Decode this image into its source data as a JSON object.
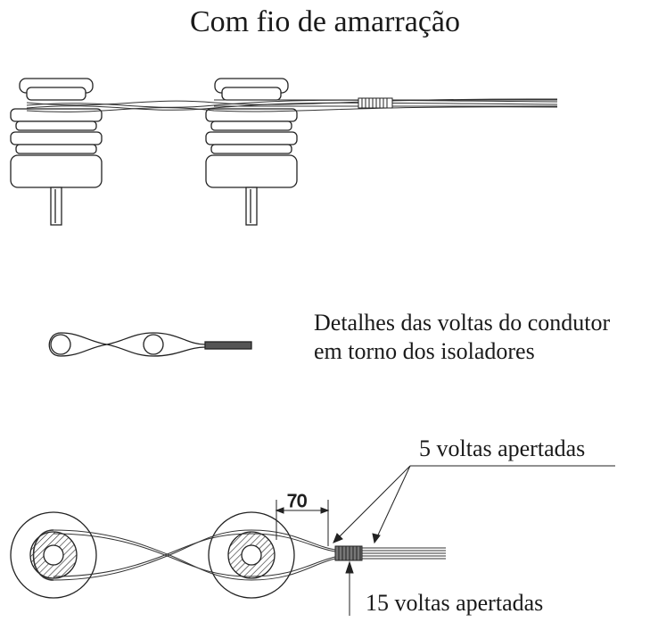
{
  "title": "Com fio de amarração",
  "detail_caption": {
    "line1": "Detalhes das voltas do condutor",
    "line2": "em torno dos isoladores"
  },
  "annotations": {
    "five_turns": "5 voltas apertadas",
    "fifteen_turns": "15 voltas apertadas",
    "dimension_70": "70"
  }
}
